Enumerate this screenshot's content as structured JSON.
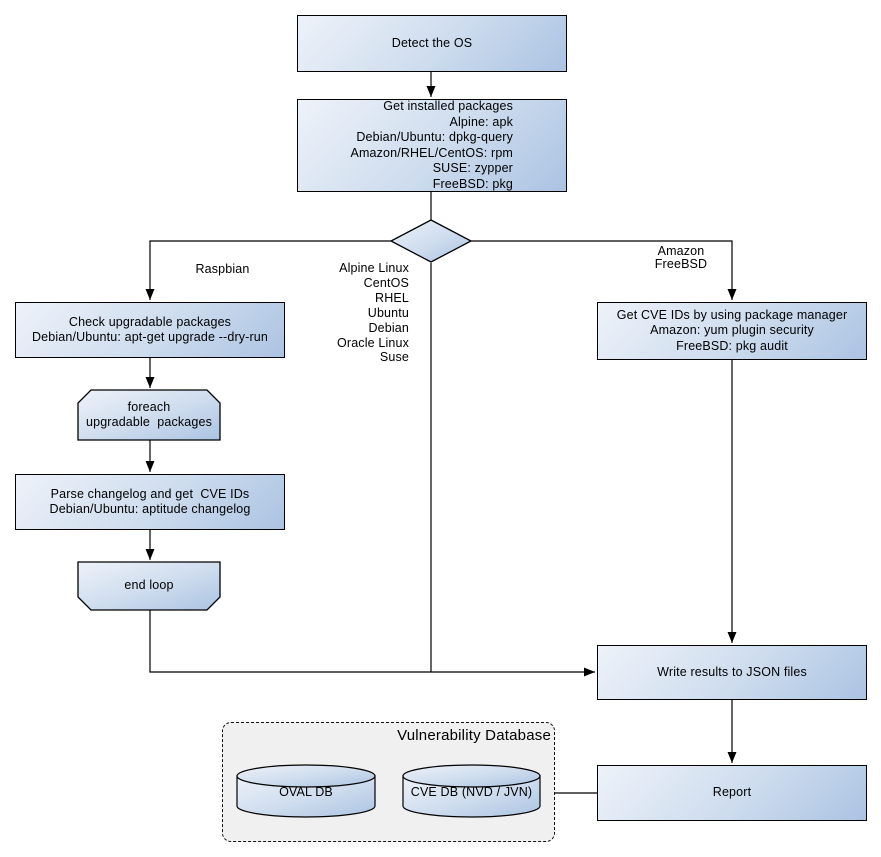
{
  "nodes": {
    "detect_os": {
      "label": "Detect the OS"
    },
    "get_packages": {
      "label": "Get installed packages\nAlpine: apk\nDebian/Ubuntu: dpkg-query\nAmazon/RHEL/CentOS: rpm\nSUSE: zypper\nFreeBSD: pkg"
    },
    "check_upgradable": {
      "label": "Check upgradable packages\nDebian/Ubuntu: apt-get upgrade --dry-run"
    },
    "foreach_loop": {
      "label": "foreach\nupgradable  packages"
    },
    "parse_changelog": {
      "label": "Parse changelog and get  CVE IDs\nDebian/Ubuntu: aptitude changelog"
    },
    "end_loop": {
      "label": "end loop"
    },
    "get_cve_ids": {
      "label": "Get CVE IDs by using package manager\nAmazon: yum plugin security\nFreeBSD: pkg audit"
    },
    "write_results": {
      "label": "Write results to JSON files"
    },
    "report": {
      "label": "Report"
    }
  },
  "branch_labels": {
    "left": "Raspbian",
    "middle": "Alpine Linux\nCentOS\nRHEL\nUbuntu\nDebian\nOracle Linux\nSuse",
    "right": "Amazon\nFreeBSD"
  },
  "database": {
    "title": "Vulnerability Database",
    "cylinders": {
      "oval": {
        "label": "OVAL DB"
      },
      "cve": {
        "label": "CVE DB (NVD / JVN)"
      }
    }
  },
  "colors": {
    "node_fill_light": "#eef2f9",
    "node_fill_dark": "#abc3e2",
    "node_border": "#000000",
    "connector": "#000000",
    "container_bg": "#f0f0f0",
    "text": "#000000"
  }
}
